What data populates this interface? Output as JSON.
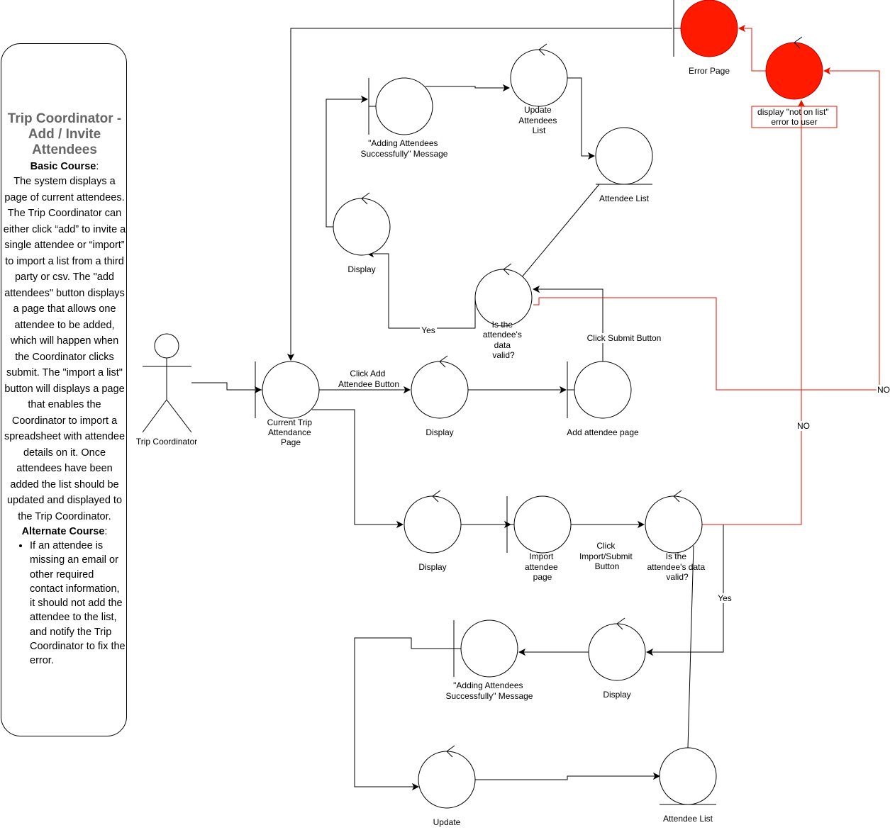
{
  "panel": {
    "title": "Trip Coordinator - Add / Invite Attendees",
    "basic_heading": "Basic Course",
    "basic_body": "The system displays a page of current attendees. The Trip Coordinator can either click “add” to invite a single attendee or “import” to import a list from a third party or csv. The \"add attendees\" button displays a page that allows one attendee to be added, which will happen when the Coordinator clicks submit. The \"import a list\" button will displays a page that enables the Coordinator to import a spreadsheet with attendee details on it. Once attendees have been added the list should be updated and displayed to the Trip Coordinator.",
    "alt_heading": "Alternate Course",
    "alt_items": [
      "If an attendee is missing an email or other required contact information, it should not add the attendee to the list, and notify the Trip Coordinator to fix the error."
    ]
  },
  "colors": {
    "error_fill": "#FF1A00",
    "error_stroke": "#B20000",
    "error_flow": "#E51400",
    "line": "#000000"
  },
  "diagram": {
    "actor": "Trip Coordinator",
    "nodes": {
      "current_page": [
        "Current Trip",
        "Attendance",
        "Page"
      ],
      "display_add": "Display",
      "add_page": "Add attendee page",
      "validity_top": [
        "Is the",
        "attendee's",
        "data",
        "valid?"
      ],
      "display_top": "Display",
      "success_top": [
        "\"Adding Attendees",
        "Successfully\" Message"
      ],
      "update_top": [
        "Update",
        "Attendees",
        "List"
      ],
      "list_top": "Attendee List",
      "error_page": "Error Page",
      "error_ctrl": [
        "display \"not on list\"",
        "error to user"
      ],
      "display_import": "Display",
      "import_page": [
        "Import",
        "attendee",
        "page"
      ],
      "validity_bottom": [
        "Is the",
        "attendee's data",
        "valid?"
      ],
      "display_bottom": "Display",
      "success_bottom": [
        "\"Adding Attendees",
        "Successfully\" Message"
      ],
      "update_bottom": "Update",
      "list_bottom": "Attendee List"
    },
    "edges": {
      "click_add": [
        "Click Add",
        "Attendee Button"
      ],
      "click_submit": "Click Submit Button",
      "yes_top": "Yes",
      "no_right": "NO",
      "no_mid": "NO",
      "click_import": [
        "Click",
        "Import/Submit",
        "Button"
      ],
      "yes_bottom": "Yes"
    }
  }
}
